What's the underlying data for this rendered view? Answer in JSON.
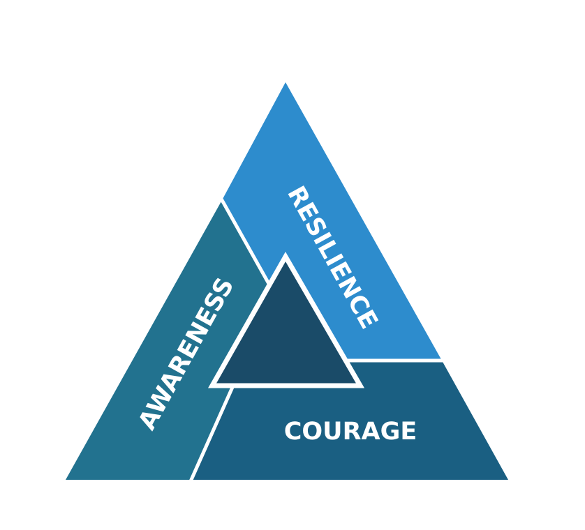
{
  "diagram": {
    "segments": [
      {
        "key": "awareness",
        "label": "AWARENESS",
        "color": "#22728f"
      },
      {
        "key": "resilience",
        "label": "RESILIENCE",
        "color": "#2d8ccd"
      },
      {
        "key": "courage",
        "label": "COURAGE",
        "color": "#1a5f82"
      }
    ],
    "center_color": "#1a4b68",
    "divider_color": "#ffffff"
  }
}
